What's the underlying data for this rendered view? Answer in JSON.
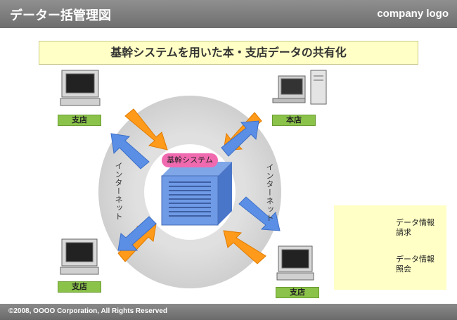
{
  "header": {
    "title": "データー括管理図",
    "logo": "company logo"
  },
  "subtitle": "基幹システムを用いた本・支店データの共有化",
  "nodes": {
    "top_left": "支店",
    "top_right": "本店",
    "bottom_left": "支店",
    "bottom_right": "支店"
  },
  "server_label": "基幹システム",
  "internet_label": "インターネット",
  "legend": {
    "request_line1": "データ情報",
    "request_line2": "請求",
    "reference_line1": "データ情報",
    "reference_line2": "照会"
  },
  "colors": {
    "request": "#ff9a1a",
    "reference": "#5b8fe6",
    "node_label": "#8bc34a",
    "server_label": "#f06ab0"
  },
  "footer": "©2008, OOOO Corporation, All Rights Reserved"
}
